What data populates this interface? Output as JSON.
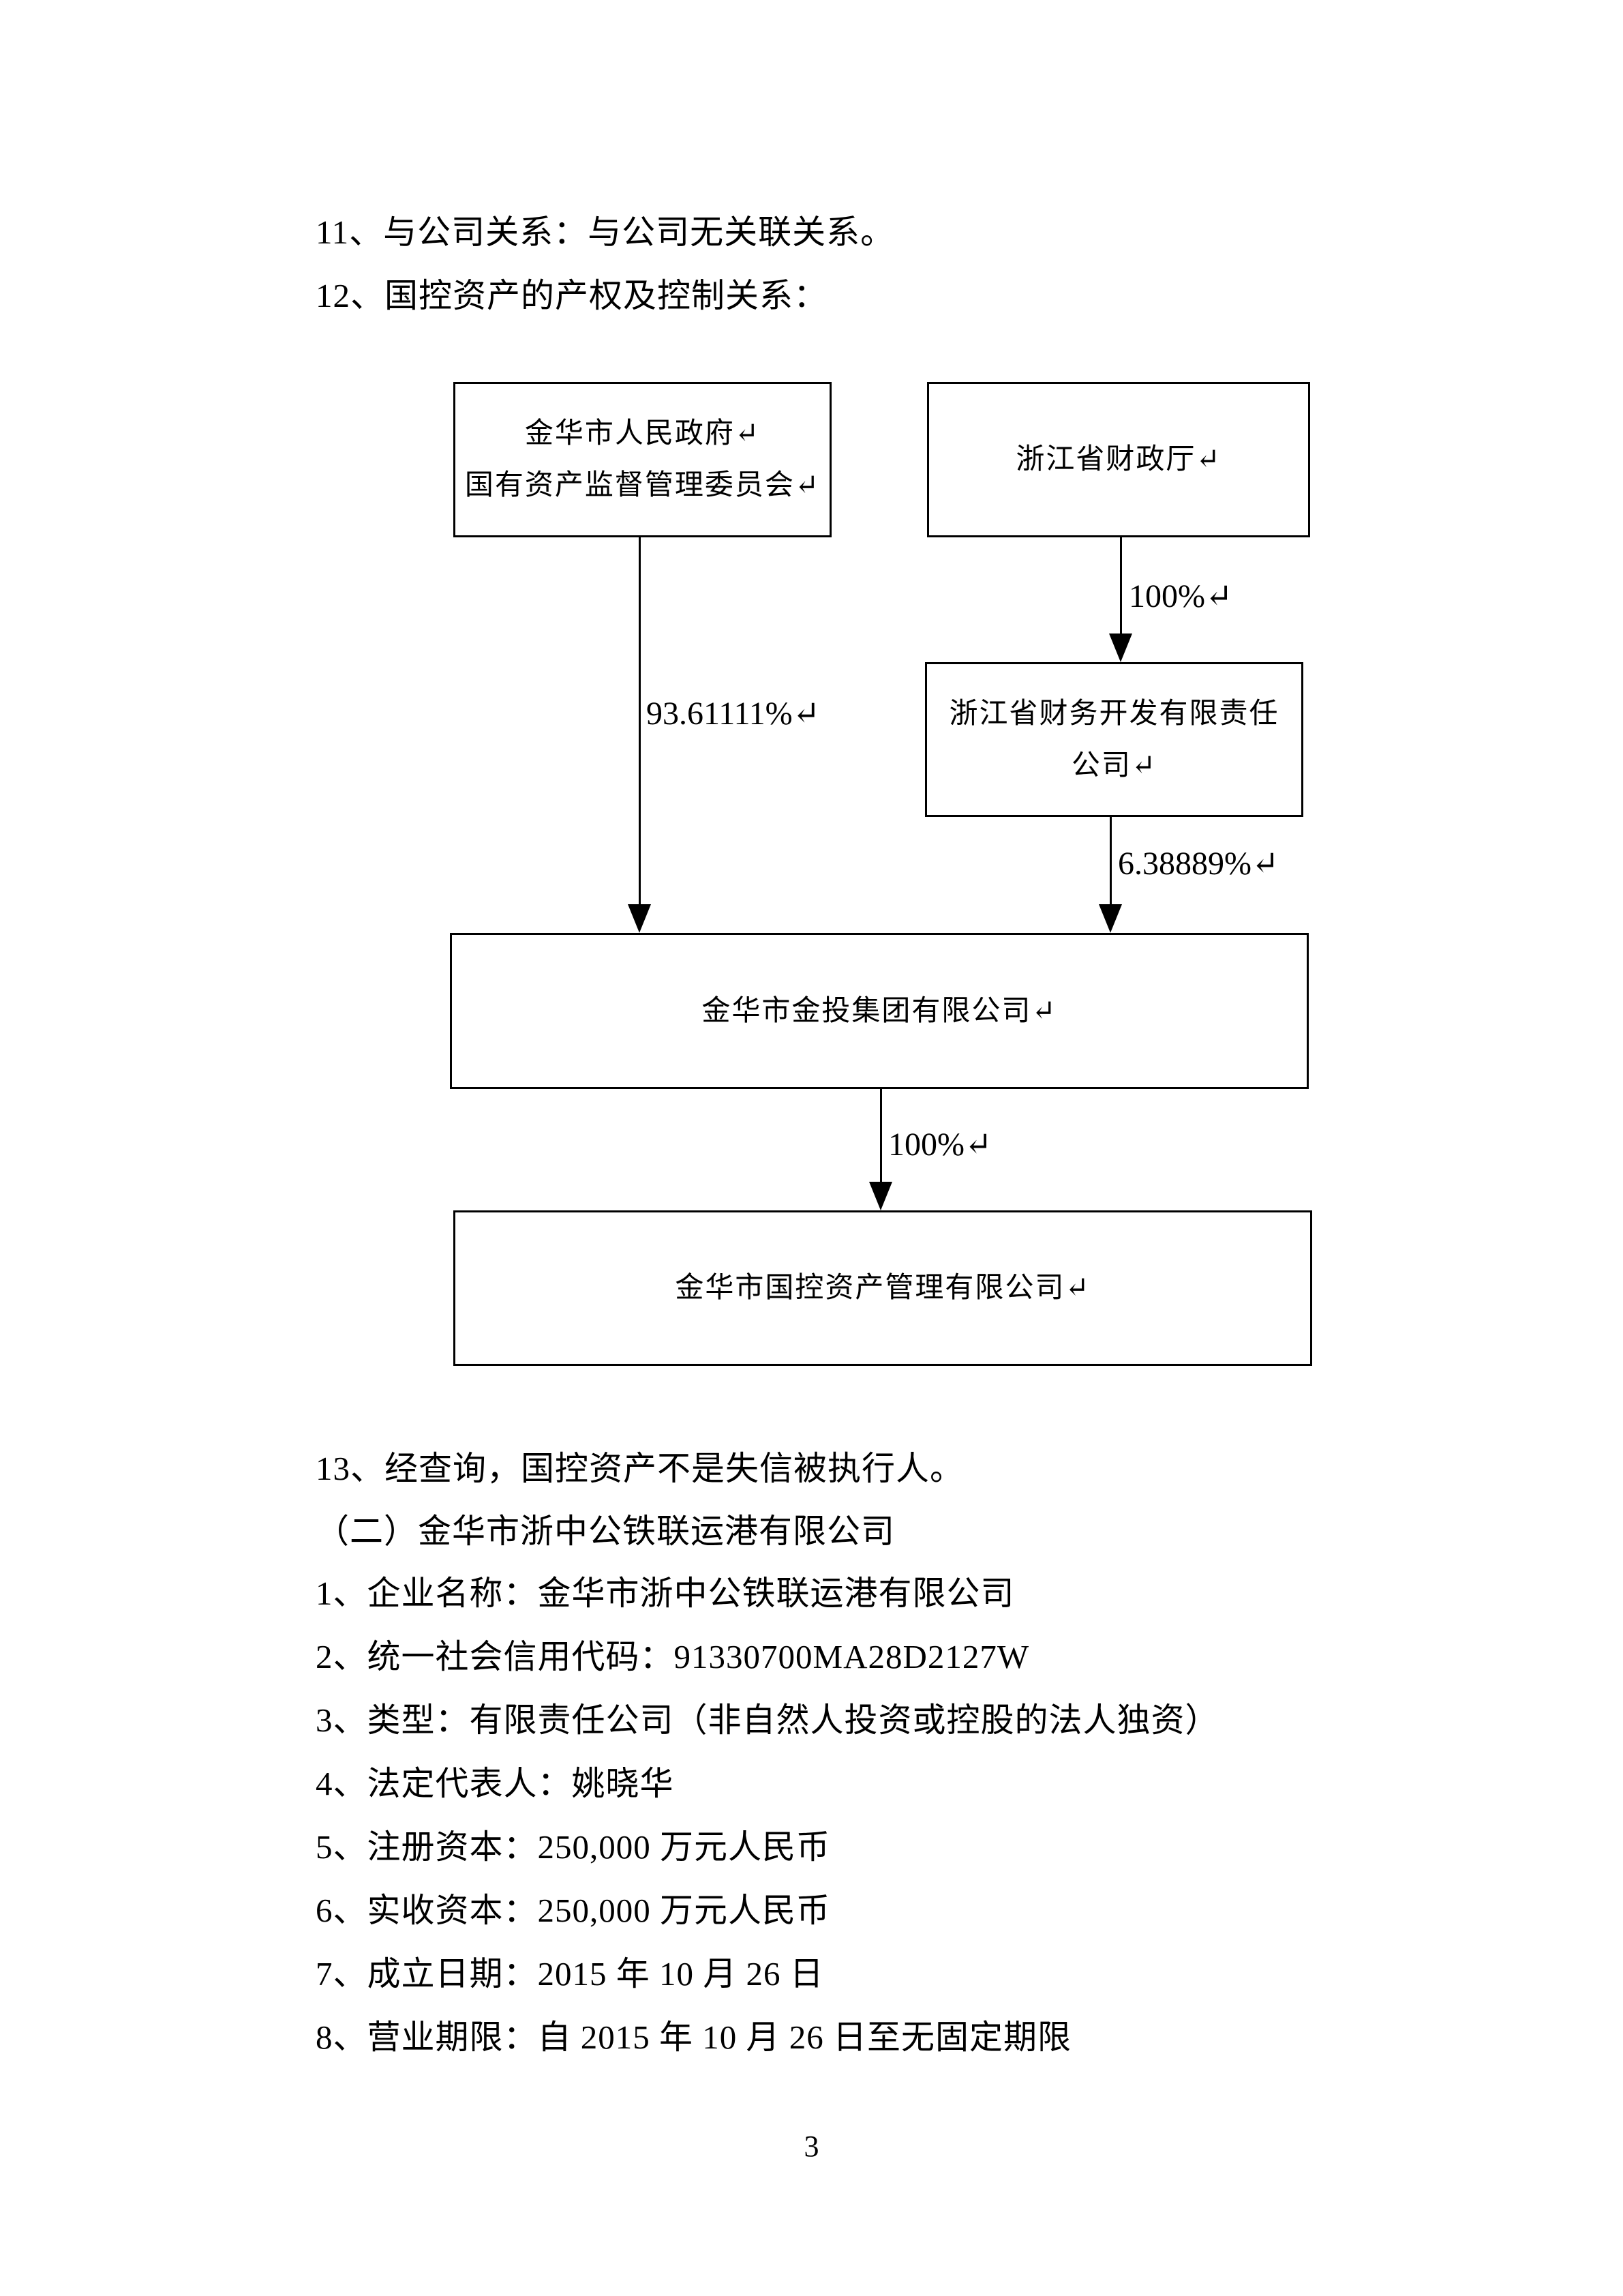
{
  "colors": {
    "background": "#ffffff",
    "text": "#000000",
    "diagram_line": "#000000"
  },
  "top_paragraphs": [
    "11、与公司关系：与公司无关联关系。",
    "12、国控资产的产权及控制关系："
  ],
  "org_chart": {
    "boxes": {
      "jinhua_sasac": {
        "lines": [
          "金华市人民政府↵",
          "国有资产监督管理委员会↵"
        ]
      },
      "zhejiang_finance_dept": {
        "lines": [
          "浙江省财政厅↵"
        ]
      },
      "zhejiang_finance_dev": {
        "lines": [
          "浙江省财务开发有限责任",
          "公司↵"
        ]
      },
      "jinhua_jintou_group": {
        "lines": [
          "金华市金投集团有限公司↵"
        ]
      },
      "jinhua_guokong_asset": {
        "lines": [
          "金华市国控资产管理有限公司↵"
        ]
      }
    },
    "edge_labels": {
      "sasac_to_group": "93.61111%↵",
      "finance_dept_to_dev": "100%↵",
      "dev_to_group": "6.38889%↵",
      "group_to_asset": "100%↵"
    }
  },
  "bottom_paragraphs": [
    "13、经查询，国控资产不是失信被执行人。",
    "（二）金华市浙中公铁联运港有限公司",
    "1、企业名称：金华市浙中公铁联运港有限公司",
    "2、统一社会信用代码：91330700MA28D2127W",
    "3、类型：有限责任公司（非自然人投资或控股的法人独资）",
    "4、法定代表人：姚晓华",
    "5、注册资本：250,000 万元人民币",
    "6、实收资本：250,000 万元人民币",
    "7、成立日期：2015 年 10 月 26 日",
    "8、营业期限：自 2015 年 10 月 26 日至无固定期限"
  ],
  "page_number": "3"
}
